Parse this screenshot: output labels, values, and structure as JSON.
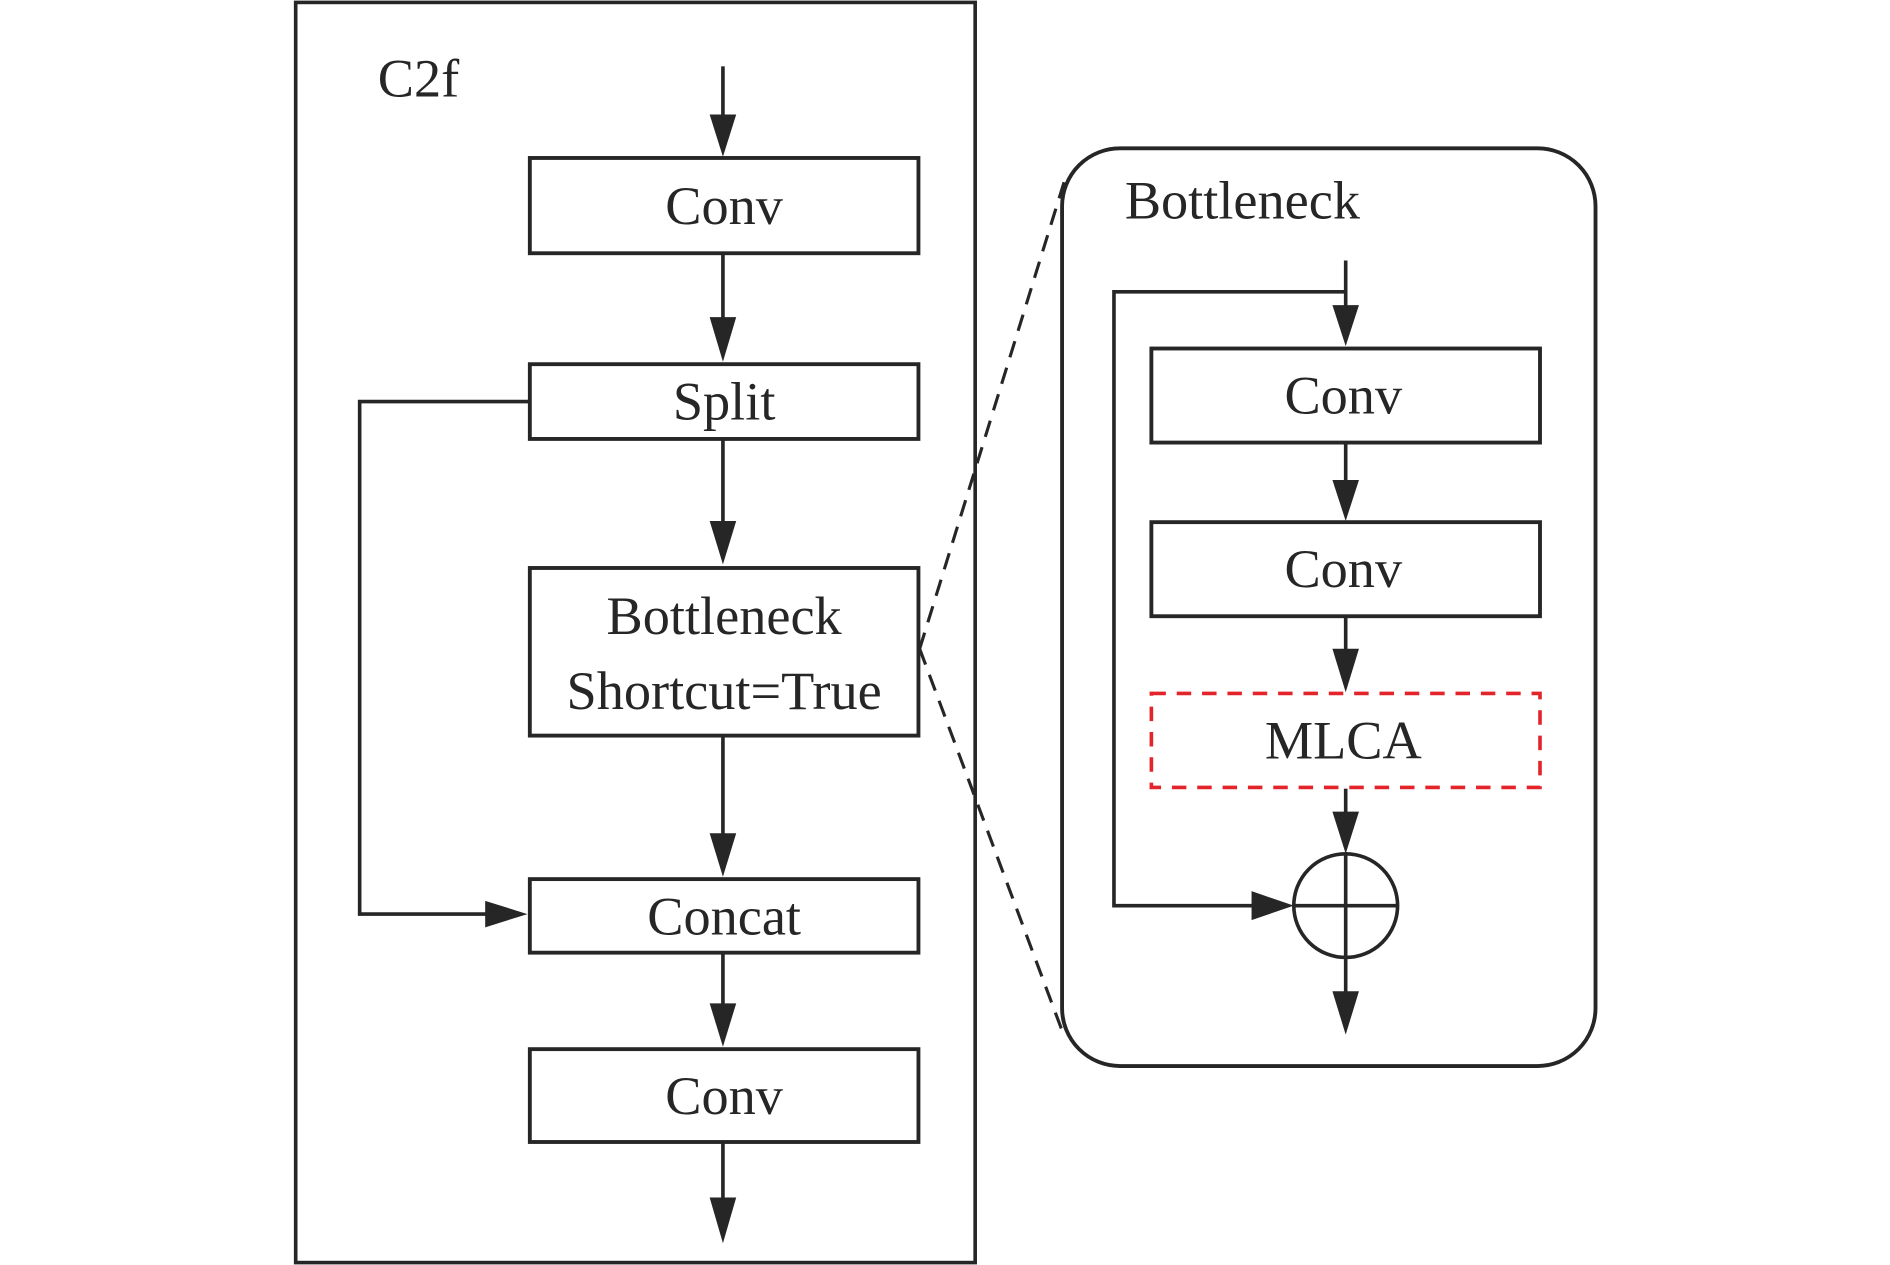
{
  "diagram": {
    "left_panel": {
      "title": "C2f",
      "blocks": [
        {
          "id": "conv1",
          "label": "Conv"
        },
        {
          "id": "split",
          "label": "Split"
        },
        {
          "id": "bottleneck",
          "label_line1": "Bottleneck",
          "label_line2": "Shortcut=True"
        },
        {
          "id": "concat",
          "label": "Concat"
        },
        {
          "id": "conv2",
          "label": "Conv"
        }
      ]
    },
    "right_panel": {
      "title": "Bottleneck",
      "blocks": [
        {
          "id": "conv1",
          "label": "Conv"
        },
        {
          "id": "conv2",
          "label": "Conv"
        },
        {
          "id": "mlca",
          "label": "MLCA",
          "highlight": true
        }
      ],
      "operator": "element-wise-add"
    },
    "colors": {
      "line": "#262626",
      "highlight": "#e3242b",
      "background": "#ffffff"
    }
  }
}
